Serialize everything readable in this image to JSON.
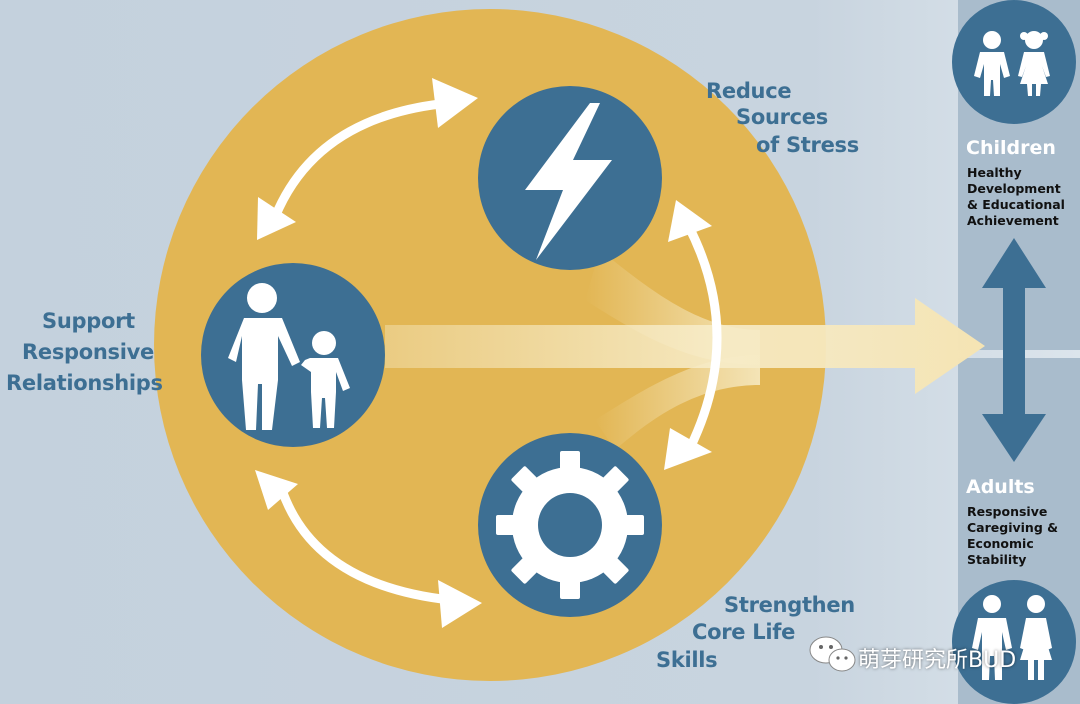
{
  "labels": {
    "reduce": [
      "Reduce",
      "Sources",
      "of Stress"
    ],
    "support": [
      "Support",
      "Responsive",
      "Relationships"
    ],
    "strengthen": [
      "Strengthen",
      "Core Life",
      "Skills"
    ]
  },
  "outcomes": {
    "children": {
      "title": "Children",
      "lines": [
        "Healthy",
        "Development",
        "& Educational",
        "Achievement"
      ]
    },
    "adults": {
      "title": "Adults",
      "lines": [
        "Responsive",
        "Caregiving &",
        "Economic",
        "Stability"
      ]
    }
  },
  "icons": {
    "stress": "lightning-bolt-icon",
    "relationships": "parent-child-icon",
    "skills": "gear-icon",
    "children": "children-icon",
    "adults": "adults-icon",
    "watermark": "wechat-icon"
  },
  "colors": {
    "background": "#c3d0dc",
    "circle": "#e2b654",
    "node": "#3d6f93",
    "arrow": "#f7eccb",
    "panel": "#a9bccc",
    "label": "#3d6f93"
  },
  "watermark": {
    "text": "萌芽研究所BUD"
  }
}
